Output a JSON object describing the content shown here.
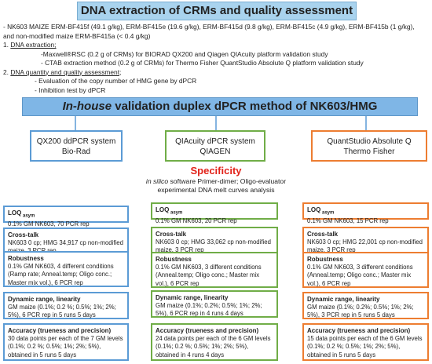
{
  "header": {
    "title": "DNA extraction of CRMs and quality assessment"
  },
  "intro": {
    "line1": " - NK603 MAIZE ERM-BF415f (49.1 g/kg), ERM-BF415e (19.6 g/kg), ERM-BF415d (9.8 g/kg), ERM-BF415c (4.9 g/kg), ERM-BF415b (1 g/kg),",
    "line2": "and non-modified maize ERM-BF415a (< 0.4 g/kg)",
    "s1_num": "1. ",
    "s1_title": "DNA extraction;",
    "s1_item1": "-Maxwell®RSC (0.2 g of CRMs) for BIORAD QX200 and Qiagen QIAcuity platform validation study",
    "s1_item2": "- CTAB extraction method (0.2 g of CRMs) for Thermo Fisher QuantStudio Absolute Q platform validation study",
    "s2_num": "2. ",
    "s2_title": "DNA quantity and quality assessment;",
    "s2_item1": "- Evaluation of the copy number of HMG  gene by dPCR",
    "s2_item2": "- Inhibition test by dPCR"
  },
  "validation": {
    "title_italic": "In-house",
    "title_rest": " validation duplex dPCR method of NK603/HMG"
  },
  "systems": [
    {
      "line1": "QX200 ddPCR system",
      "line2": "Bio-Rad",
      "border_color": "#5b9bd5"
    },
    {
      "line1": "QIAcuity dPCR system",
      "line2": "QIAGEN",
      "border_color": "#70ad47"
    },
    {
      "line1": "QuantStudio  Absolute Q",
      "line2": "Thermo Fisher",
      "border_color": "#ed7d31"
    }
  ],
  "specificity": {
    "title": "Specificity",
    "sub1_italic": "in silico",
    "sub1_rest": "  software Primer-dimer; Oligo-evaluator",
    "sub2": "experimental DNA melt curves analysis"
  },
  "columns": [
    {
      "loq_head": "LOQ",
      "loq_sub": " asym",
      "loq_text": "0.1% GM NK603, 70 PCR rep",
      "cross_head": "Cross-talk",
      "cross_text": "NK603 0 cp; HMG 34,917  cp non-modified maize. 3 PCR rep",
      "robust_head": "Robustness",
      "robust_text": "0.1% GM NK603, 4 different conditions (Ramp rate; Anneal.temp; Oligo conc.; Master mix vol.), 6 PCR rep",
      "dyn_head": "Dynamic range, linearity",
      "dyn_text": "GM maize (0.1%; 0.2 %; 0.5%; 1%; 2%; 5%), 6 PCR rep in 5 runs 5 days",
      "acc_head": "Accuracy (trueness and precision)",
      "acc_text": "30 data points per each of the 7 GM levels (0.1%; 0.2 %; 0.5%; 1%; 2%; 5%), obtained in 5 runs 5 days"
    },
    {
      "loq_head": "LOQ",
      "loq_sub": " asym",
      "loq_text": "0.1% GM NK603, 20 PCR rep",
      "cross_head": "Cross-talk",
      "cross_text": "NK603 0 cp; HMG 33,062  cp non-modified maize. 3 PCR rep",
      "robust_head": "Robustness",
      "robust_text": "0.1% GM NK603, 3 different conditions (Anneal.temp; Oligo conc.; Master mix vol.), 6 PCR rep",
      "dyn_head": "Dynamic range, linearity",
      "dyn_text": "GM maize (0.1%; 0.2%; 0.5%; 1%; 2%; 5%), 6 PCR rep in 4 runs 4 days",
      "acc_head": "Accuracy (trueness and precision)",
      "acc_text": "24 data points per each of the 6 GM levels (0.1%; 0.2 %; 0.5%; 1%; 2%; 5%), obtained in 4 runs 4 days"
    },
    {
      "loq_head": "LOQ",
      "loq_sub": " asym",
      "loq_text": "0.1% GM NK603, 15 PCR rep",
      "cross_head": "Cross-talk",
      "cross_text": "NK603 0 cp; HMG 22,001  cp non-modified maize. 3 PCR rep",
      "robust_head": "Robustness",
      "robust_text": "0.1% GM NK603, 3 different conditions (Anneal.temp; Oligo conc.; Master mix vol.), 6 PCR rep",
      "dyn_head": "Dynamic range, linearity",
      "dyn_text": "GM maize (0.1%; 0.2%; 0.5%; 1%; 2%; 5%), 3 PCR rep in 5 runs 5 days",
      "acc_head": "Accuracy (trueness and precision)",
      "acc_text": "15 data points per each of the 6 GM levels (0.1%; 0.2 %; 0.5%; 1%; 2%; 5%), obtained in 5 runs 5 days"
    }
  ]
}
